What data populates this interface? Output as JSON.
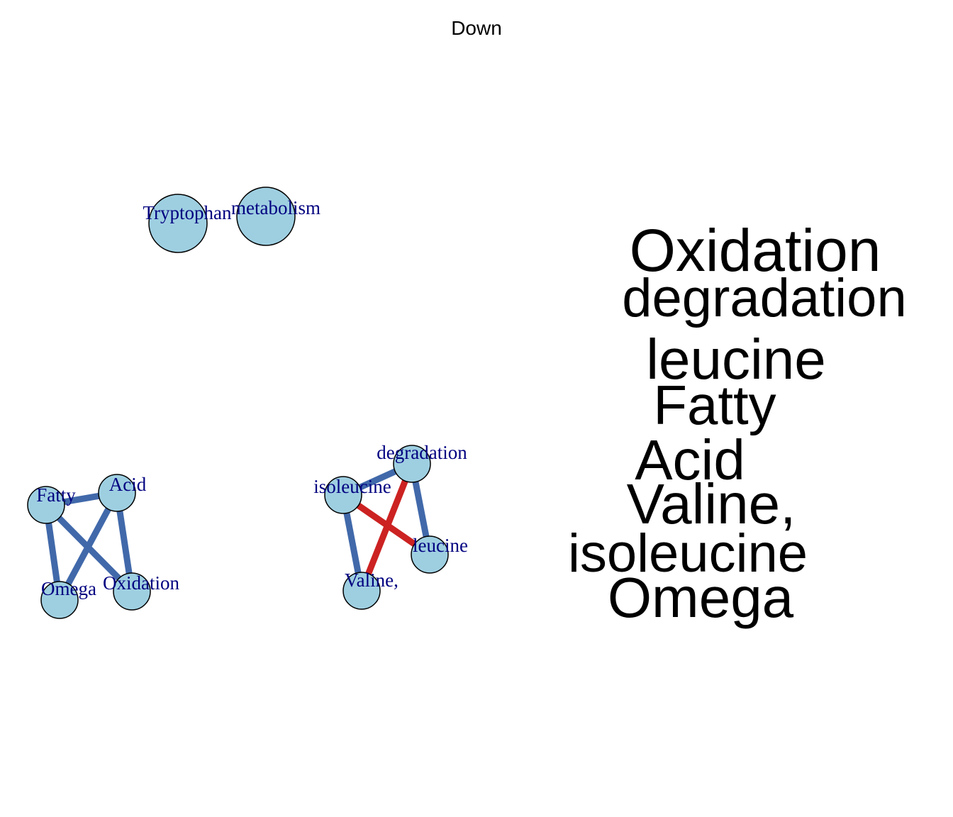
{
  "title": "Down",
  "colors": {
    "node_fill": "#9ecfe1",
    "node_stroke": "#000000",
    "edge_positive": "#4169aa",
    "edge_negative": "#cc2222",
    "label": "#000080",
    "cloud_text": "#000000"
  },
  "network": {
    "nodes": [
      {
        "id": "tryptophan",
        "label": "Tryptophan"
      },
      {
        "id": "metabolism",
        "label": "metabolism"
      },
      {
        "id": "fatty",
        "label": "Fatty"
      },
      {
        "id": "acid",
        "label": "Acid"
      },
      {
        "id": "omega",
        "label": "Omega"
      },
      {
        "id": "oxidation",
        "label": "Oxidation"
      },
      {
        "id": "degradation",
        "label": "degradation"
      },
      {
        "id": "isoleucine",
        "label": "isoleucine"
      },
      {
        "id": "leucine",
        "label": "leucine"
      },
      {
        "id": "valine",
        "label": "Valine,"
      }
    ],
    "edges": [
      {
        "source": "fatty",
        "target": "acid",
        "sign": "positive"
      },
      {
        "source": "fatty",
        "target": "omega",
        "sign": "positive"
      },
      {
        "source": "fatty",
        "target": "oxidation",
        "sign": "positive"
      },
      {
        "source": "acid",
        "target": "omega",
        "sign": "positive"
      },
      {
        "source": "acid",
        "target": "oxidation",
        "sign": "positive"
      },
      {
        "source": "isoleucine",
        "target": "degradation",
        "sign": "positive"
      },
      {
        "source": "isoleucine",
        "target": "valine",
        "sign": "positive"
      },
      {
        "source": "degradation",
        "target": "leucine",
        "sign": "positive"
      },
      {
        "source": "isoleucine",
        "target": "leucine",
        "sign": "negative"
      },
      {
        "source": "degradation",
        "target": "valine",
        "sign": "negative"
      }
    ]
  },
  "word_cloud": {
    "words": [
      "Oxidation",
      "degradation",
      "leucine",
      "Fatty",
      "Acid",
      "Valine,",
      "isoleucine",
      "Omega"
    ]
  }
}
